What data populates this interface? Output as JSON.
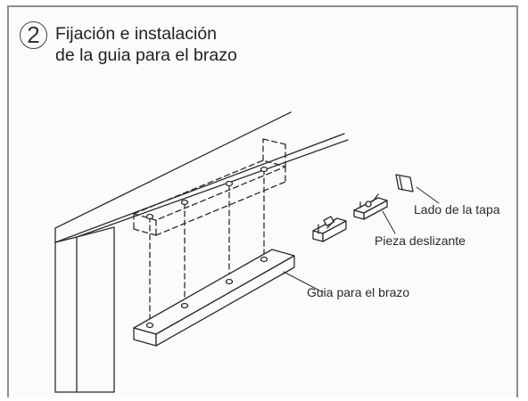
{
  "step": {
    "number": "2",
    "title_line1": "Fijación e instalación",
    "title_line2": "de la guia para el brazo"
  },
  "labels": {
    "cover_side": "Lado de la tapa",
    "slider": "Pieza deslizante",
    "arm_guide": "Guia para el brazo"
  },
  "colors": {
    "frame_border": "#8e8e8e",
    "line_art": "#2b2b2b",
    "paper": "#fbfbfa"
  }
}
